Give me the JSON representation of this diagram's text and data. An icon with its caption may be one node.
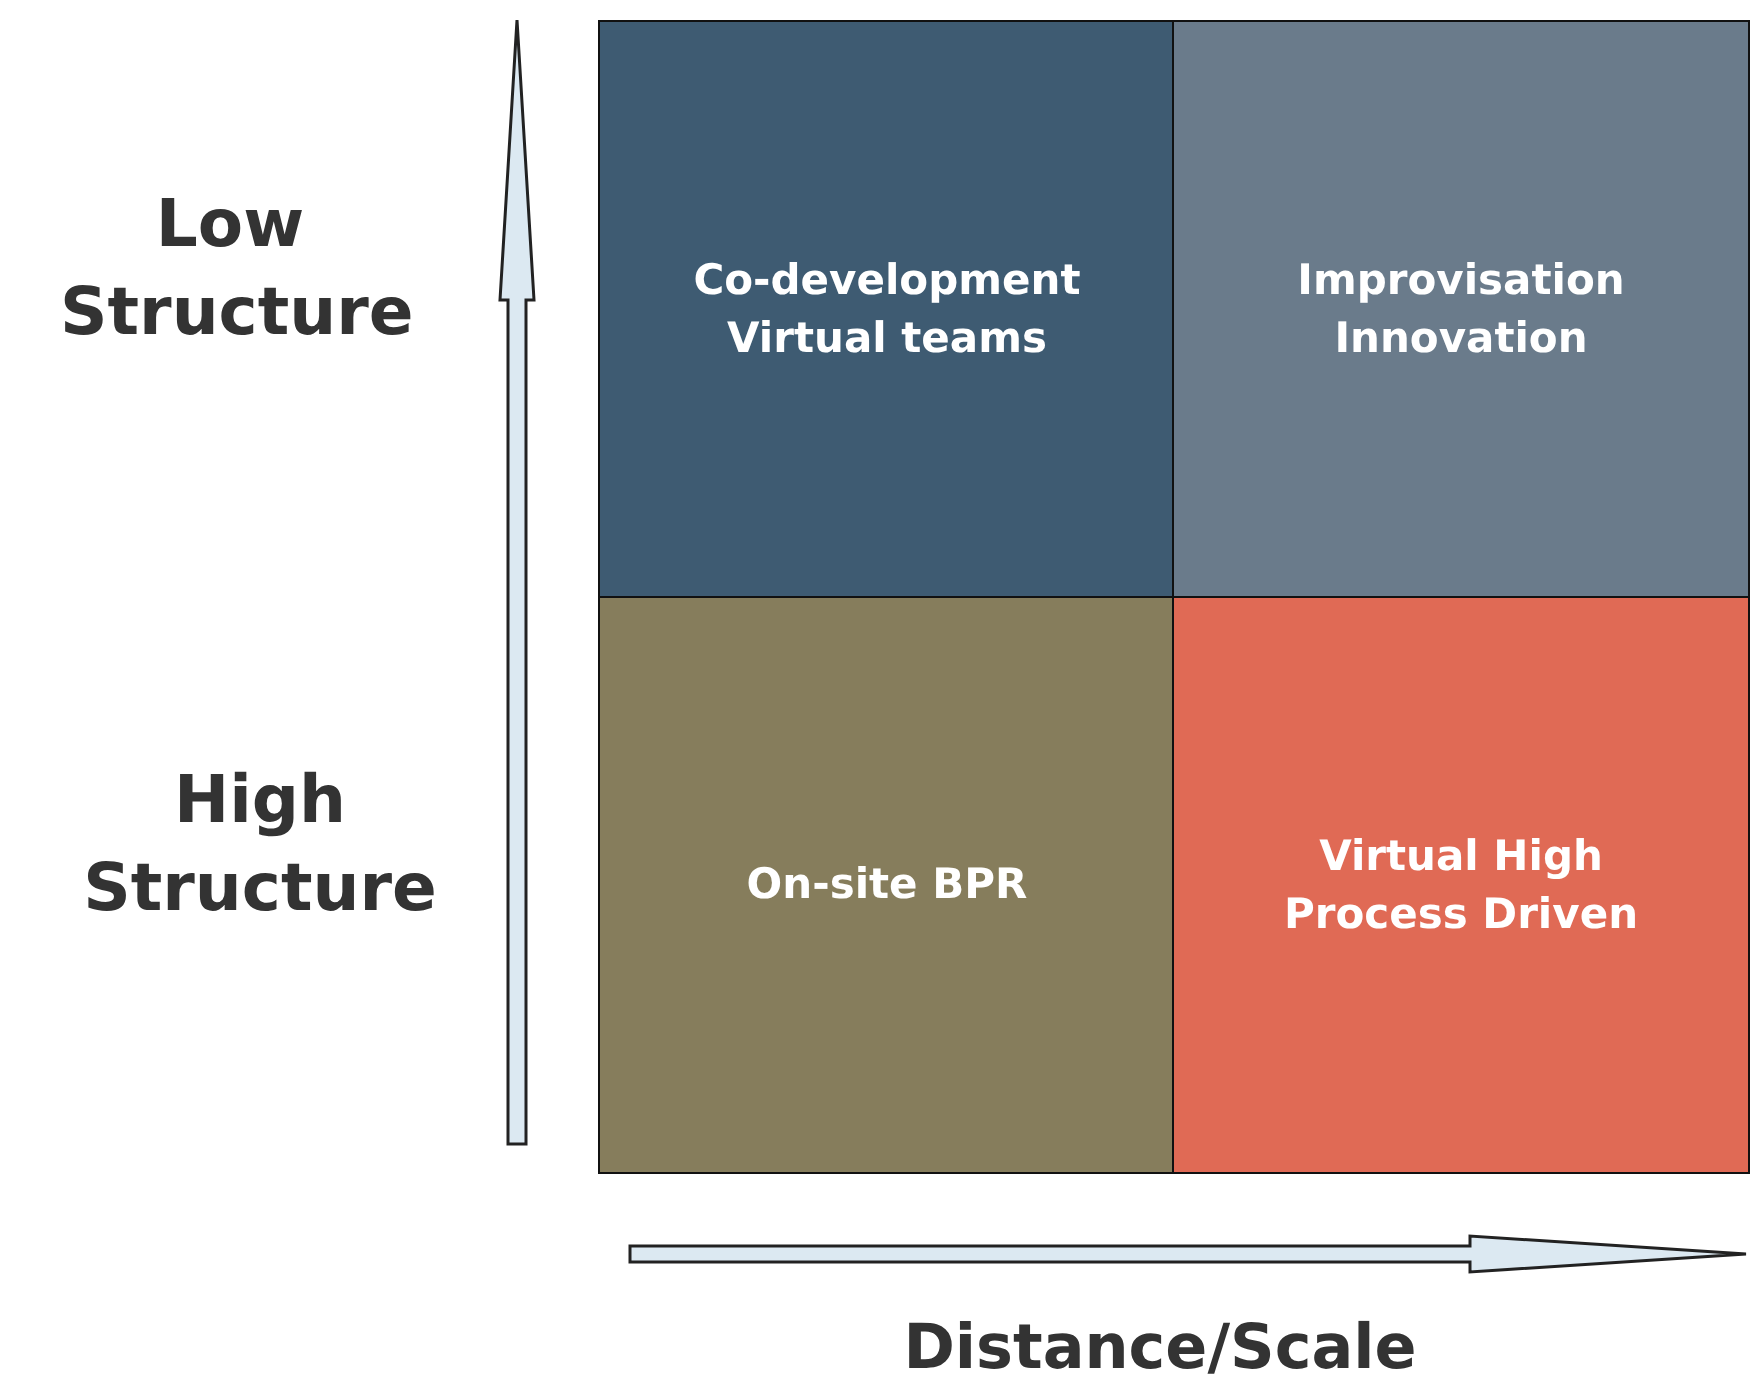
{
  "diagram": {
    "nodes": [
      {
        "text": [
          "Co-development Virtual teams"
        ]
      },
      {
        "text": [
          "Improvisation Innovation"
        ]
      },
      {
        "text": [
          "On-site BPR"
        ]
      },
      {
        "text": [
          "Virtual High Process Driven"
        ]
      }
    ],
    "labels": [
      "Low Structure",
      "High Structure",
      "Distance/Scale"
    ]
  }
}
